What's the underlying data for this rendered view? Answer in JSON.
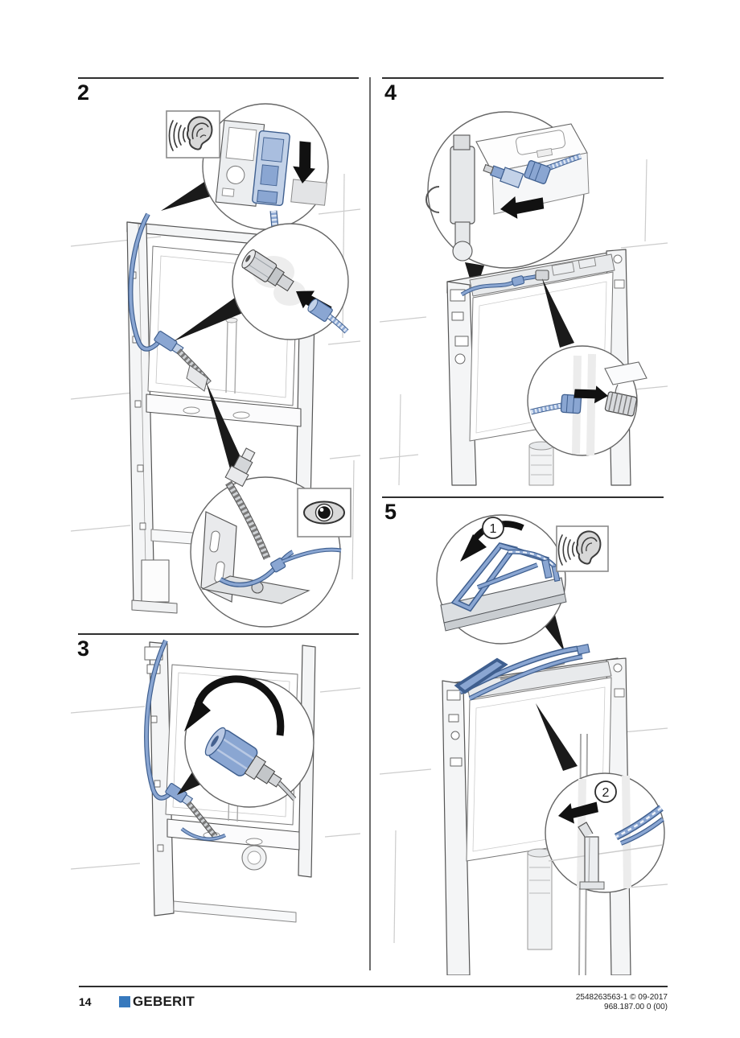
{
  "page": {
    "number": "14",
    "brand": "GEBERIT",
    "doc_ref_line1": "2548263563-1 © 09-2017",
    "doc_ref_line2": "968.187.00 0 (00)"
  },
  "colors": {
    "accent_blue": "#8aa6d2",
    "accent_blue_dark": "#3f5f8f",
    "accent_blue_light": "#c3d2e8",
    "brand_blue": "#3779bd",
    "line_art_gray": "#4a4a4a"
  },
  "steps": [
    {
      "number": "2",
      "icons": [
        "listen-icon",
        "visual-check-icon"
      ],
      "substeps": []
    },
    {
      "number": "3",
      "icons": [],
      "substeps": []
    },
    {
      "number": "4",
      "icons": [],
      "substeps": []
    },
    {
      "number": "5",
      "icons": [
        "listen-icon"
      ],
      "substeps": [
        "1",
        "2"
      ]
    }
  ]
}
